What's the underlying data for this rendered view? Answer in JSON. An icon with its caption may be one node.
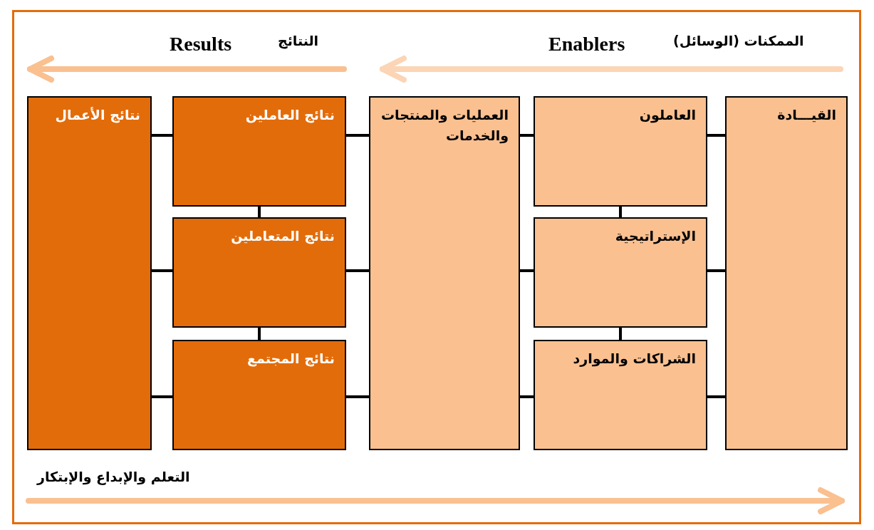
{
  "diagram": {
    "nodes": [
      {
        "text": [
          "القيـــادة"
        ]
      },
      {
        "text": [
          "العاملون"
        ]
      },
      {
        "text": [
          "الإستراتيجية"
        ]
      },
      {
        "text": [
          "الشراكات والموارد"
        ]
      },
      {
        "text": [
          "العمليات والمنتجات والخدمات"
        ]
      },
      {
        "text": [
          "نتائج العاملين"
        ]
      },
      {
        "text": [
          "نتائج المتعاملين"
        ]
      },
      {
        "text": [
          "نتائج المجتمع"
        ]
      },
      {
        "text": [
          "نتائج الأعمال"
        ]
      }
    ],
    "edges": [
      {
        "from": 0,
        "to": 1,
        "arrow": "none"
      },
      {
        "from": 0,
        "to": 2,
        "arrow": "none"
      },
      {
        "from": 0,
        "to": 3,
        "arrow": "none"
      },
      {
        "from": 1,
        "to": 2,
        "arrow": "none"
      },
      {
        "from": 2,
        "to": 3,
        "arrow": "none"
      },
      {
        "from": 1,
        "to": 4,
        "arrow": "none"
      },
      {
        "from": 2,
        "to": 4,
        "arrow": "none"
      },
      {
        "from": 3,
        "to": 4,
        "arrow": "none"
      },
      {
        "from": 4,
        "to": 5,
        "arrow": "none"
      },
      {
        "from": 4,
        "to": 6,
        "arrow": "none"
      },
      {
        "from": 4,
        "to": 7,
        "arrow": "none"
      },
      {
        "from": 5,
        "to": 6,
        "arrow": "none"
      },
      {
        "from": 6,
        "to": 7,
        "arrow": "none"
      },
      {
        "from": 5,
        "to": 8,
        "arrow": "none"
      },
      {
        "from": 6,
        "to": 8,
        "arrow": "none"
      },
      {
        "from": 7,
        "to": 8,
        "arrow": "none"
      }
    ],
    "labels": [
      "الممكنات (الوسائل)",
      "Enablers",
      "النتائج",
      "Results",
      "التعلم والإبداع والإبتكار"
    ]
  }
}
